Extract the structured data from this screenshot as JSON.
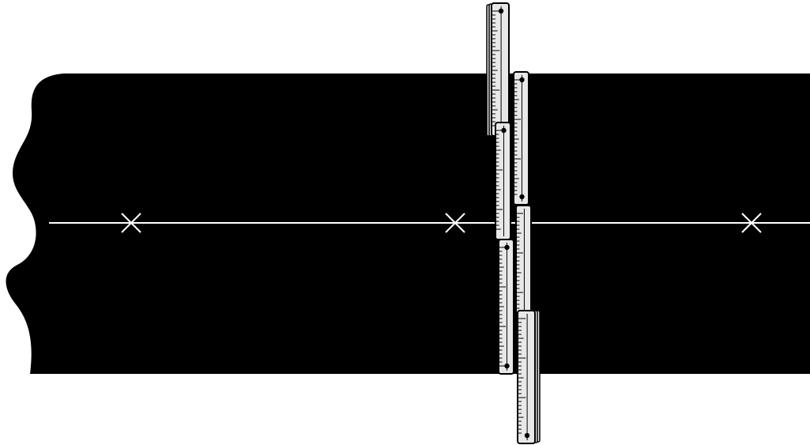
{
  "diagram": {
    "description_visible_text": "",
    "colors": {
      "background": "#ffffff",
      "band": "#000000",
      "centerline": "#ffffff",
      "marker": "#ffffff",
      "ruler_face": "#e8e8e8",
      "ruler_outline": "#000000",
      "ruler_ticks": "#000000"
    },
    "elements": {
      "band": "black-band",
      "centerline": "white-centerline",
      "markers": [
        "x-marker",
        "x-marker",
        "x-marker"
      ],
      "ruler": "folding-ruler",
      "ruler_segment_count": 6
    }
  }
}
